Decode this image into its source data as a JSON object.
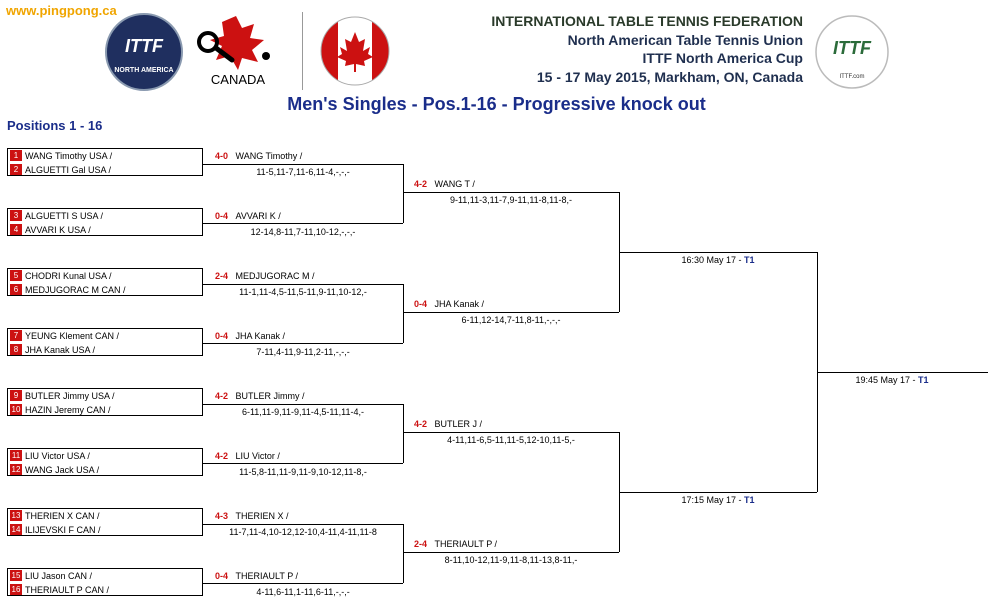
{
  "header": {
    "site": "www.pingpong.ca",
    "logo_left": "ITTF",
    "logo_left_sub": "NORTH AMERICA",
    "logo_canada": "CANADA",
    "logo_right": "ITTF",
    "logo_right_sub": "ITTF.com",
    "line1": "INTERNATIONAL TABLE TENNIS FEDERATION",
    "line2": "North American Table Tennis Union",
    "line3": "ITTF North America Cup",
    "line4": "15 - 17 May 2015, Markham, ON, Canada"
  },
  "title": "Men's Singles - Pos.1-16 - Progressive knock out",
  "subtitle": "Positions 1 - 16",
  "players": [
    {
      "seed": "1",
      "name": "WANG Timothy USA /"
    },
    {
      "seed": "2",
      "name": "ALGUETTI Gal USA /"
    },
    {
      "seed": "3",
      "name": "ALGUETTI S USA /"
    },
    {
      "seed": "4",
      "name": "AVVARI K USA /"
    },
    {
      "seed": "5",
      "name": "CHODRI Kunal USA /"
    },
    {
      "seed": "6",
      "name": "MEDJUGORAC M CAN /"
    },
    {
      "seed": "7",
      "name": "YEUNG Klement CAN /"
    },
    {
      "seed": "8",
      "name": "JHA Kanak USA /"
    },
    {
      "seed": "9",
      "name": "BUTLER Jimmy USA /"
    },
    {
      "seed": "10",
      "name": "HAZIN Jeremy CAN /"
    },
    {
      "seed": "11",
      "name": "LIU Victor USA /"
    },
    {
      "seed": "12",
      "name": "WANG Jack USA /"
    },
    {
      "seed": "13",
      "name": "THERIEN X CAN /"
    },
    {
      "seed": "14",
      "name": "ILIJEVSKI F CAN /"
    },
    {
      "seed": "15",
      "name": "LIU Jason CAN /"
    },
    {
      "seed": "16",
      "name": "THERIAULT P CAN /"
    }
  ],
  "round1": [
    {
      "score": "4-0",
      "winner": "WANG Timothy /",
      "games": "11-5,11-7,11-6,11-4,-,-,-"
    },
    {
      "score": "0-4",
      "winner": "AVVARI K /",
      "games": "12-14,8-11,7-11,10-12,-,-,-"
    },
    {
      "score": "2-4",
      "winner": "MEDJUGORAC M /",
      "games": "11-1,11-4,5-11,5-11,9-11,10-12,-"
    },
    {
      "score": "0-4",
      "winner": "JHA Kanak /",
      "games": "7-11,4-11,9-11,2-11,-,-,-"
    },
    {
      "score": "4-2",
      "winner": "BUTLER Jimmy /",
      "games": "6-11,11-9,11-9,11-4,5-11,11-4,-"
    },
    {
      "score": "4-2",
      "winner": "LIU Victor /",
      "games": "11-5,8-11,11-9,11-9,10-12,11-8,-"
    },
    {
      "score": "4-3",
      "winner": "THERIEN X /",
      "games": "11-7,11-4,10-12,12-10,4-11,4-11,11-8"
    },
    {
      "score": "0-4",
      "winner": "THERIAULT P /",
      "games": "4-11,6-11,1-11,6-11,-,-,-"
    }
  ],
  "round2": [
    {
      "score": "4-2",
      "winner": "WANG T /",
      "games": "9-11,11-3,11-7,9-11,11-8,11-8,-"
    },
    {
      "score": "0-4",
      "winner": "JHA Kanak /",
      "games": "6-11,12-14,7-11,8-11,-,-,-"
    },
    {
      "score": "4-2",
      "winner": "BUTLER J /",
      "games": "4-11,11-6,5-11,11-5,12-10,11-5,-"
    },
    {
      "score": "2-4",
      "winner": "THERIAULT P /",
      "games": "8-11,10-12,11-9,11-8,11-13,8-11,-"
    }
  ],
  "round3": [
    {
      "time": "16:30 May 17 - ",
      "table": "T1"
    },
    {
      "time": "17:15 May 17 - ",
      "table": "T1"
    }
  ],
  "final": {
    "time": "19:45 May 17 - ",
    "table": "T1"
  }
}
